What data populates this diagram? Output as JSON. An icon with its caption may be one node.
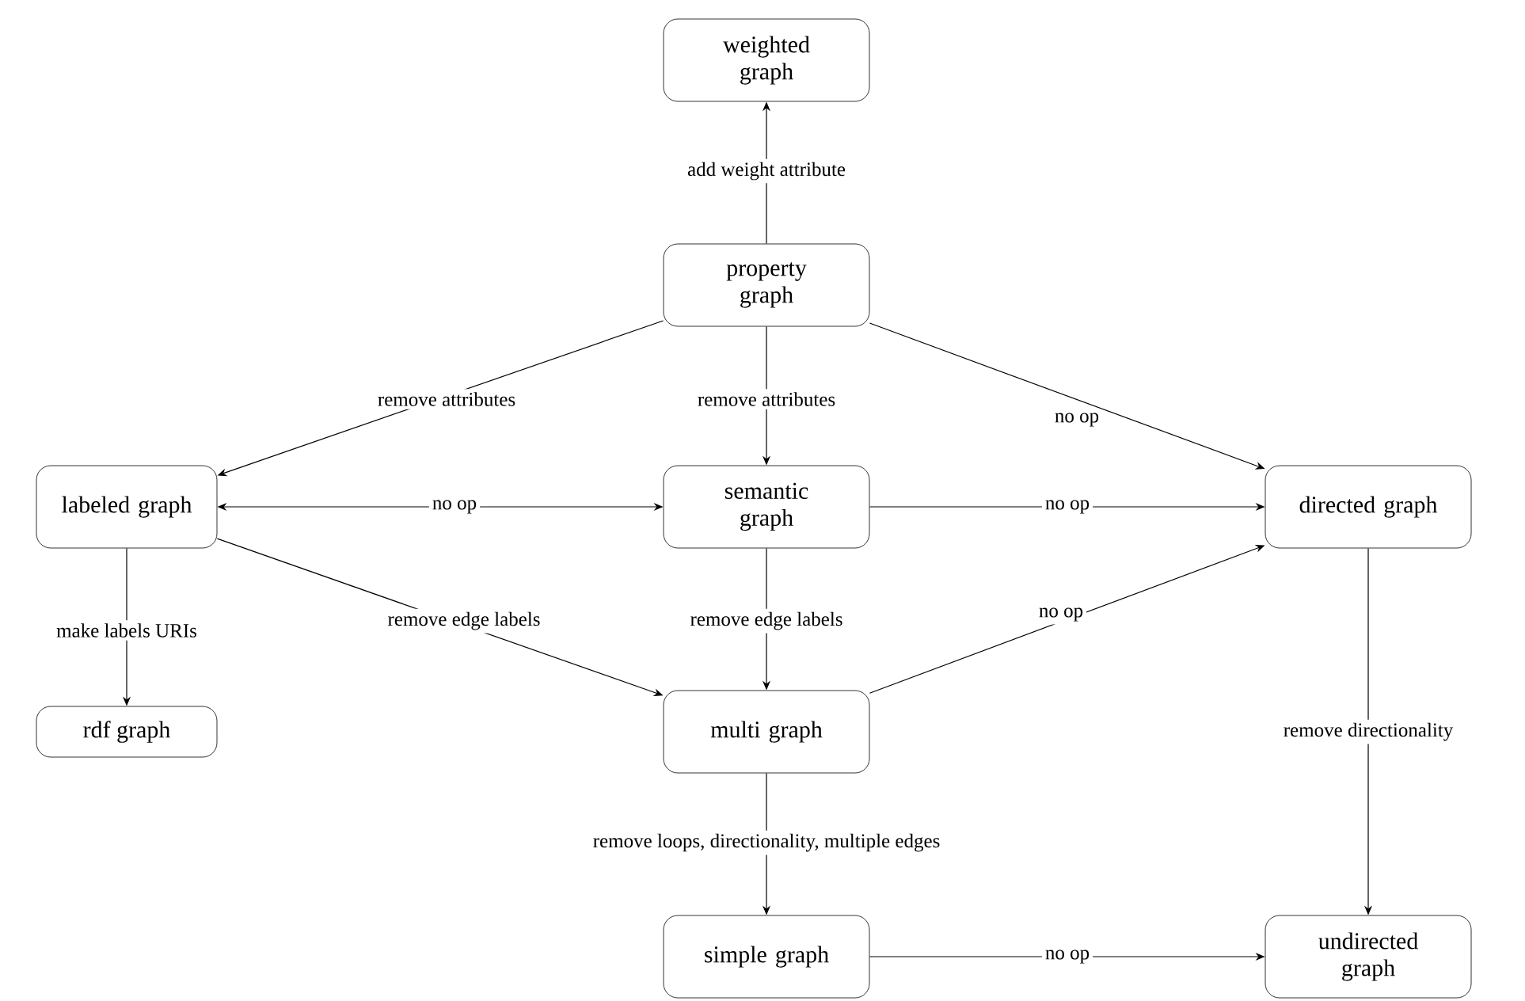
{
  "diagram": {
    "nodes": [
      {
        "text": [
          "weighted graph"
        ]
      },
      {
        "text": [
          "property graph"
        ]
      },
      {
        "text": [
          "labeled graph"
        ]
      },
      {
        "text": [
          "semantic graph"
        ]
      },
      {
        "text": [
          "directed graph"
        ]
      },
      {
        "text": [
          "rdf graph"
        ]
      },
      {
        "text": [
          "multi graph"
        ]
      },
      {
        "text": [
          "simple graph"
        ]
      },
      {
        "text": [
          "undirected graph"
        ]
      }
    ],
    "edges": [
      {
        "from": 1,
        "to": 0,
        "arrow": "to",
        "label": "add weight attribute"
      },
      {
        "from": 1,
        "to": 2,
        "arrow": "to",
        "label": "remove attributes"
      },
      {
        "from": 1,
        "to": 3,
        "arrow": "to",
        "label": "remove attributes"
      },
      {
        "from": 1,
        "to": 4,
        "arrow": "to",
        "label": "no op"
      },
      {
        "from": 2,
        "to": 3,
        "arrow": "both",
        "label": "no op"
      },
      {
        "from": 3,
        "to": 4,
        "arrow": "to",
        "label": "no op"
      },
      {
        "from": 2,
        "to": 5,
        "arrow": "to",
        "label": "make labels URIs"
      },
      {
        "from": 2,
        "to": 6,
        "arrow": "to",
        "label": "remove edge labels"
      },
      {
        "from": 3,
        "to": 6,
        "arrow": "to",
        "label": "remove edge labels"
      },
      {
        "from": 6,
        "to": 4,
        "arrow": "to",
        "label": "no op"
      },
      {
        "from": 4,
        "to": 8,
        "arrow": "to",
        "label": "remove directionality"
      },
      {
        "from": 6,
        "to": 7,
        "arrow": "to",
        "label": "remove loops, directionality, multiple edges"
      },
      {
        "from": 7,
        "to": 8,
        "arrow": "to",
        "label": "no op"
      }
    ]
  }
}
